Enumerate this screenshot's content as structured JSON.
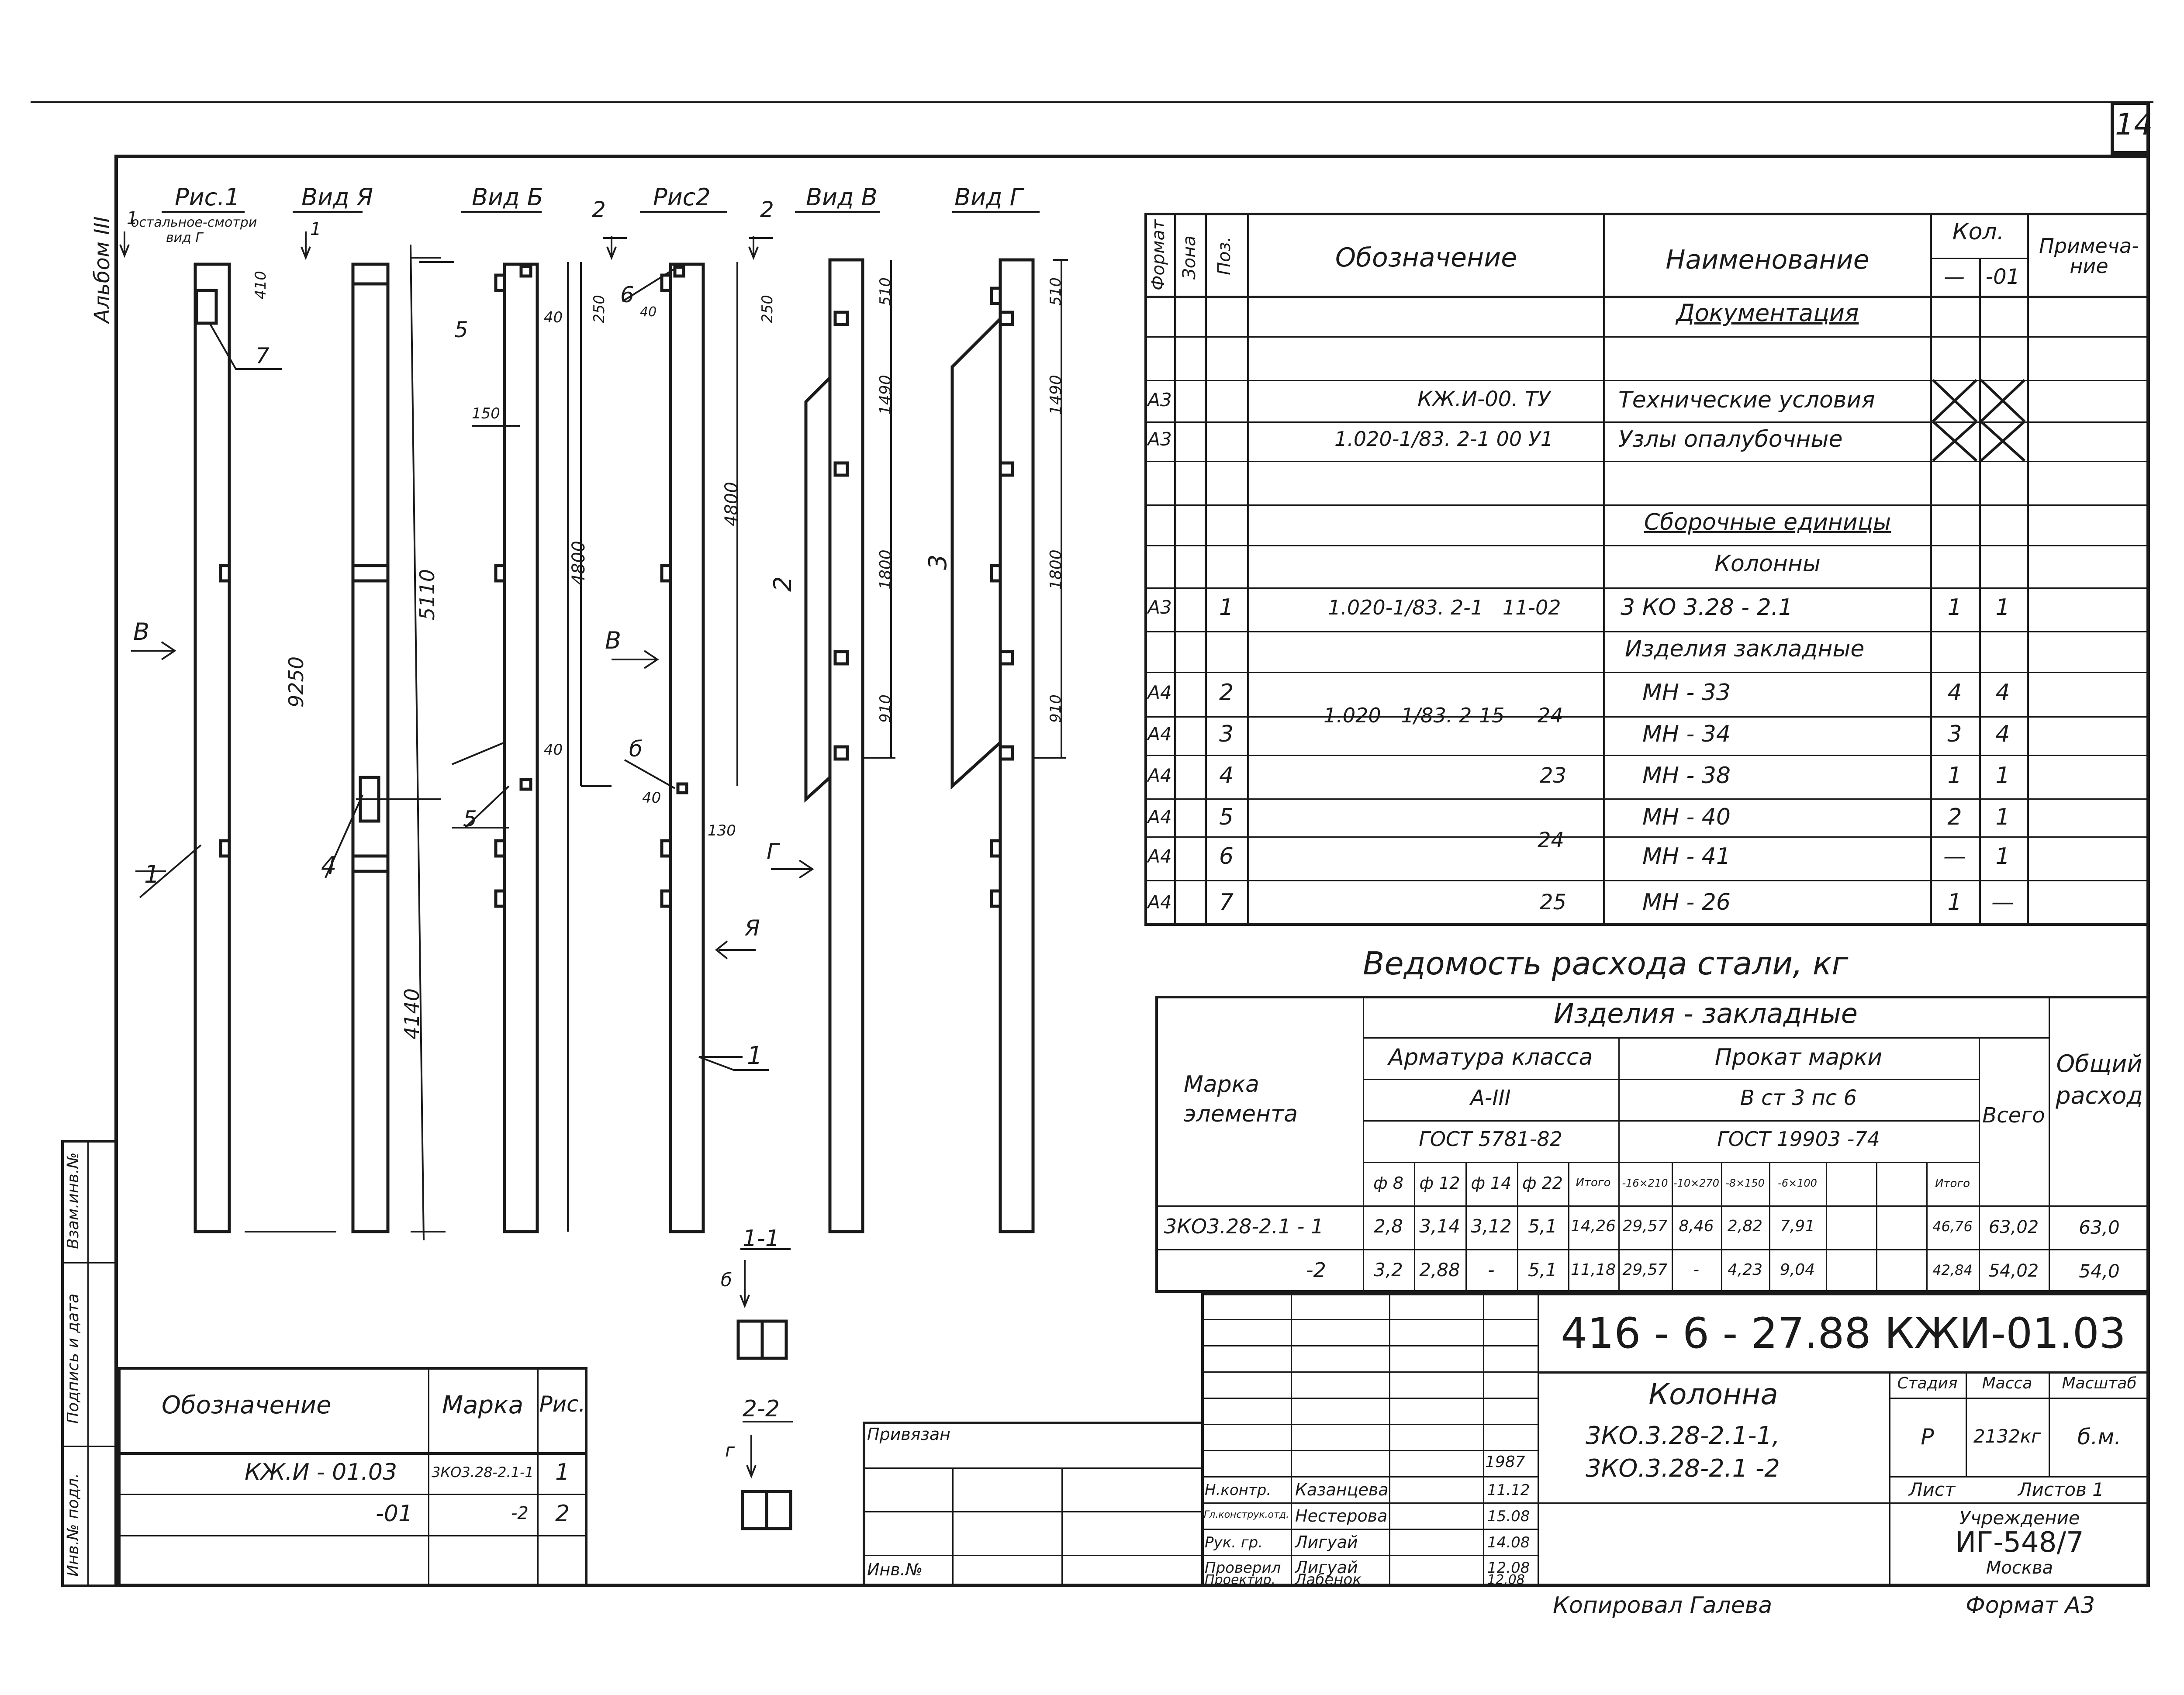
{
  "sheet_number": "14",
  "album_label": "Альбом III",
  "drawing_labels": {
    "fig1": "Рис.1",
    "view_a": "Вид Я",
    "view_b": "Вид Б",
    "fig2": "Рис2",
    "view_v": "Вид В",
    "view_g": "Вид Г",
    "note1": "остальное-смотри",
    "note2": "вид Г",
    "sec1": "1",
    "sec2": "2",
    "sec1_1": "1-1",
    "sec2_2": "2-2",
    "letter_b": "б",
    "letter_g": "г",
    "arrow_v": "В",
    "arrow_g": "Г",
    "arrow_a": "Я",
    "pos1": "1",
    "pos2": "2",
    "pos3": "3",
    "pos4": "4",
    "pos5": "5",
    "pos6": "6",
    "pos7": "7"
  },
  "dimensions": {
    "d410": "410",
    "d9250": "9250",
    "d5110": "5110",
    "d4140": "4140",
    "d250": "250",
    "d40": "40",
    "d150": "150",
    "d4800": "4800",
    "d130": "130",
    "d510": "510",
    "d1490": "1490",
    "d1800": "1800",
    "d910": "910"
  },
  "spec_table": {
    "headers": {
      "format": "Формат",
      "zone": "Зона",
      "pos": "Поз.",
      "designation": "Обозначение",
      "name": "Наименование",
      "qty": "Кол.",
      "qty_dash": "—",
      "qty_01": "-01",
      "note": "Примеча-ние"
    },
    "rows": [
      {
        "format": "",
        "pos": "",
        "designation": "",
        "name": "Документация",
        "q1": "",
        "q2": ""
      },
      {
        "format": "",
        "pos": "",
        "designation": "",
        "name": "",
        "q1": "",
        "q2": ""
      },
      {
        "format": "А3",
        "pos": "",
        "designation": "КЖ.И-00. ТУ",
        "name": "Технические условия",
        "q1": "",
        "q2": ""
      },
      {
        "format": "А3",
        "pos": "",
        "designation": "1.020-1/83. 2-1 00 У1",
        "name": "Узлы опалубочные",
        "q1": "",
        "q2": ""
      },
      {
        "format": "",
        "pos": "",
        "designation": "",
        "name": "",
        "q1": "",
        "q2": ""
      },
      {
        "format": "",
        "pos": "",
        "designation": "",
        "name": "Сборочные единицы",
        "q1": "",
        "q2": ""
      },
      {
        "format": "",
        "pos": "",
        "designation": "",
        "name": "Колонны",
        "q1": "",
        "q2": ""
      },
      {
        "format": "А3",
        "pos": "1",
        "designation": "1.020-1/83. 2-1   11-02",
        "name": "3 КО 3.28 - 2.1",
        "q1": "1",
        "q2": "1"
      },
      {
        "format": "",
        "pos": "",
        "designation": "",
        "name": "Изделия закладные",
        "q1": "",
        "q2": ""
      },
      {
        "format": "А4",
        "pos": "2",
        "designation": "",
        "name": "МН - 33",
        "q1": "4",
        "q2": "4"
      },
      {
        "format": "А4",
        "pos": "3",
        "designation": "",
        "name": "МН - 34",
        "q1": "3",
        "q2": "4"
      },
      {
        "format": "А4",
        "pos": "4",
        "designation": "23",
        "name": "МН - 38",
        "q1": "1",
        "q2": "1"
      },
      {
        "format": "А4",
        "pos": "5",
        "designation": "",
        "name": "МН - 40",
        "q1": "2",
        "q2": "1"
      },
      {
        "format": "А4",
        "pos": "6",
        "designation": "",
        "name": "МН - 41",
        "q1": "—",
        "q2": "1"
      },
      {
        "format": "А4",
        "pos": "7",
        "designation": "25",
        "name": "МН - 26",
        "q1": "1",
        "q2": "—"
      }
    ],
    "merged_designation_1": "1.020 - 1/83. 2-15",
    "merged_designation_1b": "24",
    "merged_designation_2": "24"
  },
  "steel_table": {
    "title": "Ведомость расхода стали, кг",
    "group_header": "Изделия - закладные",
    "col_mark": "Марка элемента",
    "armature": "Арматура класса",
    "armature_class": "А-III",
    "armature_gost": "ГОСТ 5781-82",
    "rolled": "Прокат марки",
    "rolled_mark": "В ст 3 пс 6",
    "rolled_gost": "ГОСТ 19903 -74",
    "total": "Всего",
    "overall": "Общий расход",
    "sub_cols": [
      "ф 8",
      "ф 12",
      "ф 14",
      "ф 22",
      "Итого",
      "-16×210",
      "-10×270",
      "-8×150",
      "-6×100",
      "",
      "",
      "Итого"
    ],
    "rows": [
      {
        "mark": "3КО3.28-2.1 - 1",
        "vals": [
          "2,8",
          "3,14",
          "3,12",
          "5,1",
          "14,26",
          "29,57",
          "8,46",
          "2,82",
          "7,91",
          "",
          "",
          "46,76"
        ],
        "total": "63,02",
        "overall": "63,0"
      },
      {
        "mark": "-2",
        "vals": [
          "3,2",
          "2,88",
          "-",
          "5,1",
          "11,18",
          "29,57",
          "-",
          "4,23",
          "9,04",
          "",
          "",
          "42,84"
        ],
        "total": "54,02",
        "overall": "54,0"
      }
    ]
  },
  "ref_table": {
    "h_designation": "Обозначение",
    "h_mark": "Марка",
    "h_fig": "Рис.",
    "rows": [
      {
        "designation": "КЖ.И - 01.03",
        "mark": "3КО3.28-2.1-1",
        "fig": "1"
      },
      {
        "designation": "-01",
        "mark": "-2",
        "fig": "2"
      }
    ]
  },
  "side_stamp": {
    "inv1": "Инв.№ подл.",
    "sign": "Подпись и дата",
    "inv2": "Взам.инв.№"
  },
  "title_block": {
    "code": "416 - 6 - 27.88  КЖИ-01.03",
    "name_title": "Колонна",
    "name_line1": "3КО.3.28-2.1-1,",
    "name_line2": "3КО.3.28-2.1 -2",
    "stage_h": "Стадия",
    "mass_h": "Масса",
    "scale_h": "Масштаб",
    "stage": "Р",
    "mass": "2132кг",
    "scale": "б.м.",
    "sheet_h": "Лист",
    "sheets_h": "Листов 1",
    "org_h": "Учреждение",
    "org": "ИГ-548/7",
    "city": "Москва",
    "bound": "Привязан",
    "inv_no": "Инв.№",
    "year": "1987",
    "people": [
      {
        "role": "Н.контр.",
        "name": "Казанцева",
        "date": "11.12"
      },
      {
        "role": "Гл.конструк.отд.",
        "name": "Нестерова",
        "date": "15.08"
      },
      {
        "role": "Рук. гр.",
        "name": "Лигуай",
        "date": "14.08"
      },
      {
        "role": "Проверил",
        "name": "Лигуай",
        "date": "12.08"
      },
      {
        "role": "Проектир.",
        "name": "Лабенок",
        "date": "12.08"
      }
    ],
    "copied": "Копировал Галева",
    "format": "Формат А3"
  }
}
